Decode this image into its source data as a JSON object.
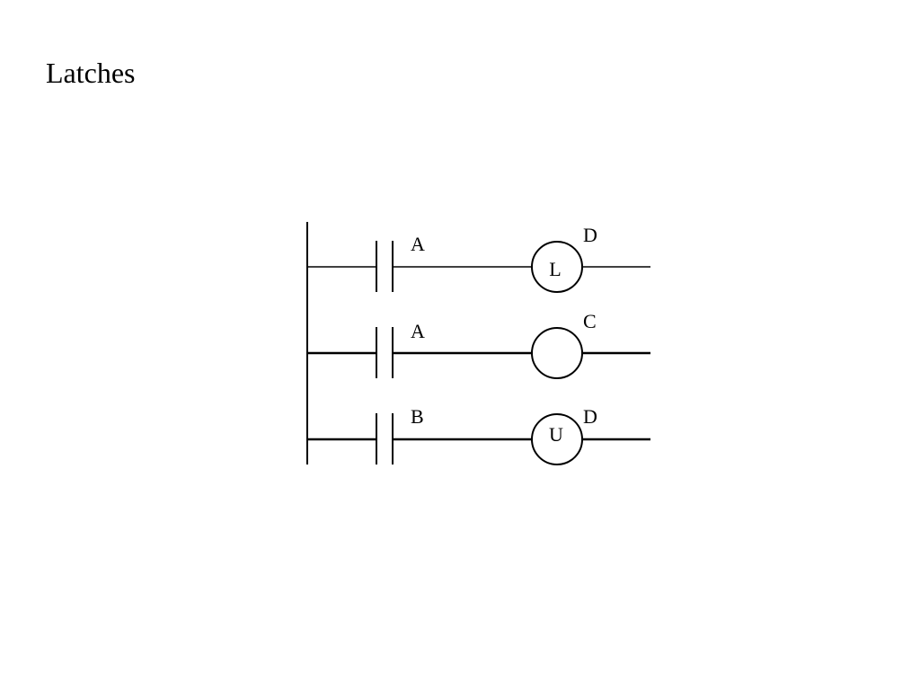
{
  "title": "Latches",
  "rungs": [
    {
      "contact_label": "A",
      "coil_label": "D",
      "coil_symbol": "L"
    },
    {
      "contact_label": "A",
      "coil_label": "C",
      "coil_symbol": ""
    },
    {
      "contact_label": "B",
      "coil_label": "D",
      "coil_symbol": "U"
    }
  ],
  "colors": {
    "line": "#000000",
    "background": "#ffffff"
  }
}
